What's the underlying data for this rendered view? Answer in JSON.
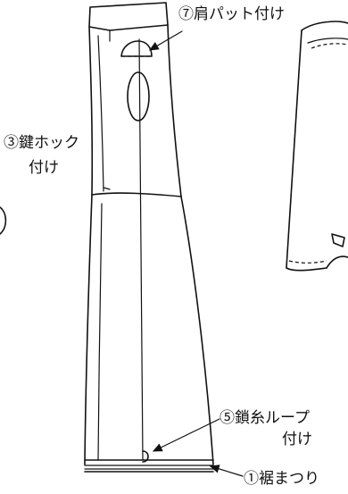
{
  "labels": {
    "shoulder_pad": "⑦肩パット付け",
    "hook_line1": "③鍵ホック",
    "hook_line2": "付け",
    "loop_line1": "⑤鎖糸ループ",
    "loop_line2": "付け",
    "hem": "①裾まつり"
  }
}
